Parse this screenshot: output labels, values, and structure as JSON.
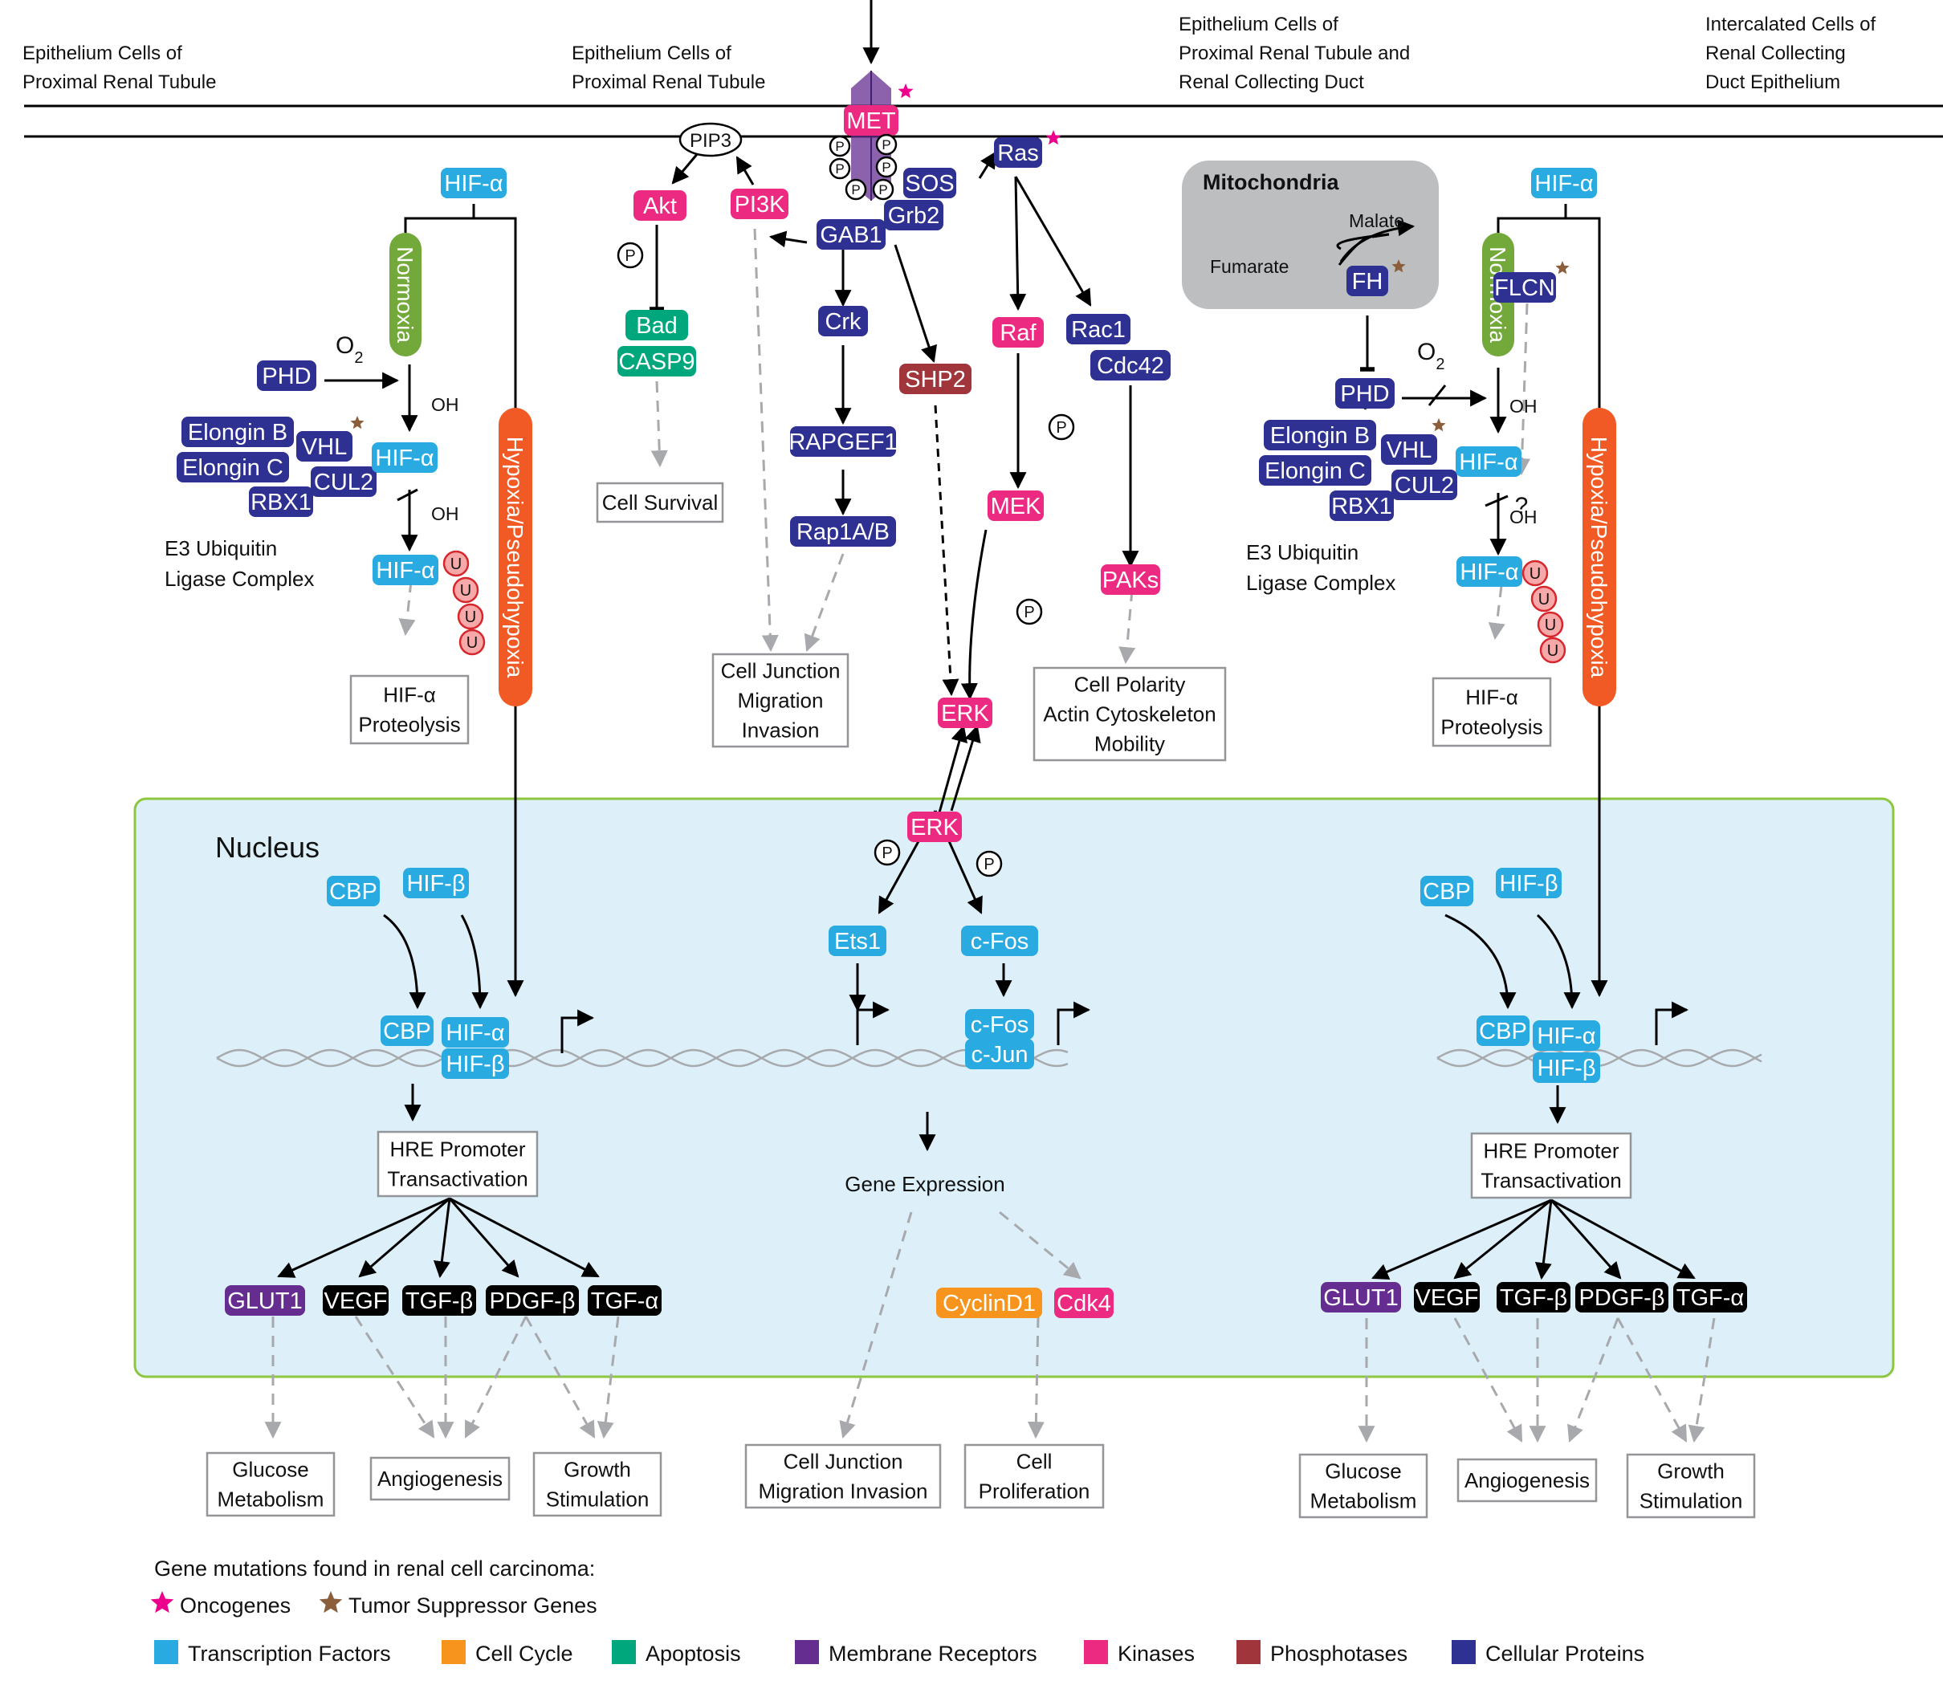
{
  "regions": {
    "prox1": [
      "Epithelium Cells of",
      "Proximal Renal Tubule"
    ],
    "prox2": [
      "Epithelium Cells of",
      "Proximal Renal Tubule"
    ],
    "proxcd": [
      "Epithelium Cells of",
      "Proximal Renal Tubule and",
      "Renal Collecting Duct"
    ],
    "intercal": [
      "Intercalated Cells of",
      "Renal Collecting",
      "Duct Epithelium"
    ]
  },
  "nucleus_label": "Nucleus",
  "mito_title": "Mitochondria",
  "colors": {
    "transcription": "#29abe2",
    "cellcycle": "#f7941d",
    "apoptosis": "#00a77d",
    "membrane": "#662d91",
    "kinase": "#ec2a82",
    "phosphatase": "#a0353b",
    "cellular": "#2e3192",
    "target": "#000000",
    "normoxia": "#73a83b",
    "hypoxia": "#f15a24",
    "mito_bg": "#bcbec0",
    "nucleus_bg": "#ddf0fa",
    "nucleus_border": "#8dc63f",
    "onco_star": "#ec008c",
    "tsg_star": "#8b5e3c",
    "dashed_arrow": "#a7a9ac",
    "ubiquitin_fill": "#f7a8a8",
    "ubiquitin_stroke": "#d7262c"
  },
  "nodes": {
    "met": "MET",
    "pip3": "PIP3",
    "akt": "Akt",
    "pi3k": "PI3K",
    "sos": "SOS",
    "grb2": "Grb2",
    "gab1": "GAB1",
    "ras": "Ras",
    "bad": "Bad",
    "casp9": "CASP9",
    "crk": "Crk",
    "shp2": "SHP2",
    "raf": "Raf",
    "rac1": "Rac1",
    "cdc42": "Cdc42",
    "rapgef1": "RAPGEF1",
    "rap1ab": "Rap1A/B",
    "mek": "MEK",
    "paks": "PAKs",
    "erk1": "ERK",
    "erk2": "ERK",
    "ets1": "Ets1",
    "cfos": "c-Fos",
    "cfos2": "c-Fos",
    "cjun": "c-Jun",
    "cyclind1": "CyclinD1",
    "cdk4": "Cdk4",
    "hifa": "HIF-α",
    "hifb": "HIF-β",
    "cbp": "CBP",
    "phd": "PHD",
    "vhl": "VHL",
    "cul2": "CUL2",
    "rbx1": "RBX1",
    "elonginb": "Elongin B",
    "elonginc": "Elongin C",
    "normoxia": "Normoxia",
    "hypoxia": "Hypoxia/Pseudohypoxia",
    "glut1": "GLUT1",
    "vegf": "VEGF",
    "tgfb": "TGF-β",
    "pdgfb": "PDGF-β",
    "tgfa": "TGF-α",
    "fh": "FH",
    "flcn": "FLCN",
    "o2": "O",
    "o2_sub": "2",
    "oh": "OH",
    "u": "U",
    "p": "P"
  },
  "texts": {
    "fumarate": "Fumarate",
    "malate": "Malate",
    "e3": [
      "E3 Ubiquitin",
      "Ligase Complex"
    ],
    "gene_expression": "Gene Expression",
    "question": "?"
  },
  "outcomes": {
    "hif_proteolysis": [
      "HIF-α",
      "Proteolysis"
    ],
    "hre": [
      "HRE Promoter",
      "Transactivation"
    ],
    "cell_survival": [
      "Cell Survival"
    ],
    "cell_junction": [
      "Cell Junction",
      "Migration",
      "Invasion"
    ],
    "cell_polarity": [
      "Cell Polarity",
      "Actin Cytoskeleton",
      "Mobility"
    ],
    "glucose": [
      "Glucose",
      "Metabolism"
    ],
    "angiogenesis": [
      "Angiogenesis"
    ],
    "growth": [
      "Growth",
      "Stimulation"
    ],
    "cell_junction2": [
      "Cell Junction",
      "Migration Invasion"
    ],
    "proliferation": [
      "Cell",
      "Proliferation"
    ]
  },
  "legend": {
    "title": "Gene mutations found in renal cell carcinoma:",
    "stars": [
      {
        "label": "Oncogenes",
        "color": "#ec008c"
      },
      {
        "label": "Tumor Suppressor Genes",
        "color": "#8b5e3c"
      }
    ],
    "categories": [
      {
        "label": "Transcription Factors",
        "color": "#29abe2"
      },
      {
        "label": "Cell Cycle",
        "color": "#f7941d"
      },
      {
        "label": "Apoptosis",
        "color": "#00a77d"
      },
      {
        "label": "Membrane Receptors",
        "color": "#662d91"
      },
      {
        "label": "Kinases",
        "color": "#ec2a82"
      },
      {
        "label": "Phosphotases",
        "color": "#a0353b"
      },
      {
        "label": "Cellular Proteins",
        "color": "#2e3192"
      }
    ]
  }
}
